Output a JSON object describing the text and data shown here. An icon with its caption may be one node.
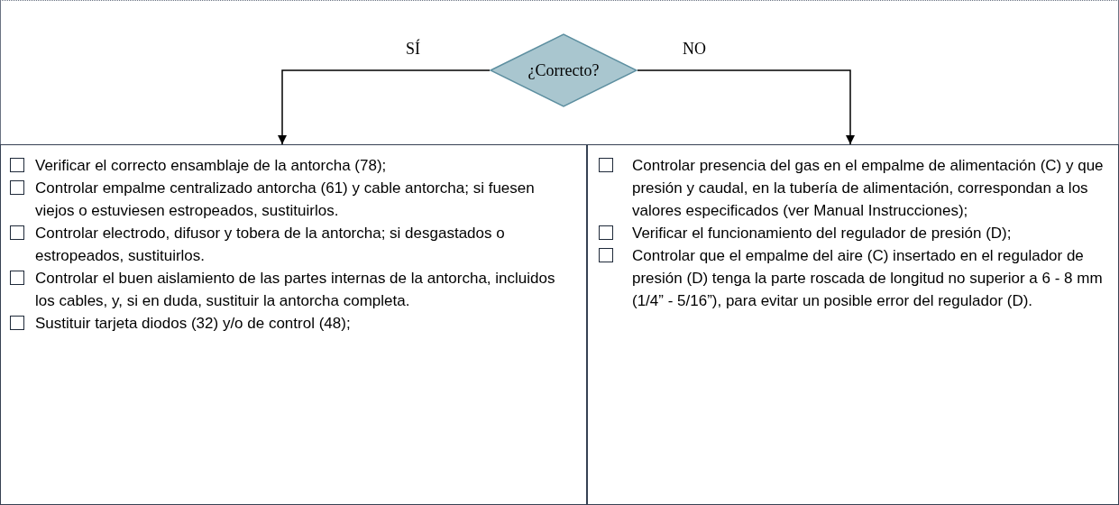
{
  "diagram": {
    "nodes": [
      {
        "text": [
          "¿Correcto?"
        ]
      },
      {
        "text": [
          "Verificar el correcto  ensamblaje de la  antorcha (78);",
          "Controlar empalme centralizado antorcha (61) y cable antorcha; si fuesen viejos o estuviesen estropeados, sustituirlos.",
          "Controlar electrodo, difusor y tobera de la antorcha; si desgastados o estropeados, sustituirlos.",
          "Controlar el buen aislamiento de las partes internas de la antorcha, incluidos los cables, y, si en duda, sustituir la antorcha completa.",
          "Sustituir tarjeta diodos (32) y/o de control (48);"
        ]
      },
      {
        "text": [
          "Controlar presencia del gas en el empalme de alimentación (C) y que presión y caudal, en la tubería de alimentación, correspondan a los valores especificados (ver Manual Instrucciones);",
          "Verificar el funcionamiento del regulador de presión (D);",
          "Controlar que el empalme del aire (C) insertado en el regulador de presión (D) tenga la parte roscada de longitud no superior a 6 - 8 mm (1/4” - 5/16”), para evitar un posible error del regulador (D)."
        ]
      }
    ],
    "edges": [
      {
        "from": 0,
        "to": 1,
        "arrow": "to",
        "label": "SÍ"
      },
      {
        "from": 0,
        "to": 2,
        "arrow": "to",
        "label": "NO"
      }
    ]
  }
}
